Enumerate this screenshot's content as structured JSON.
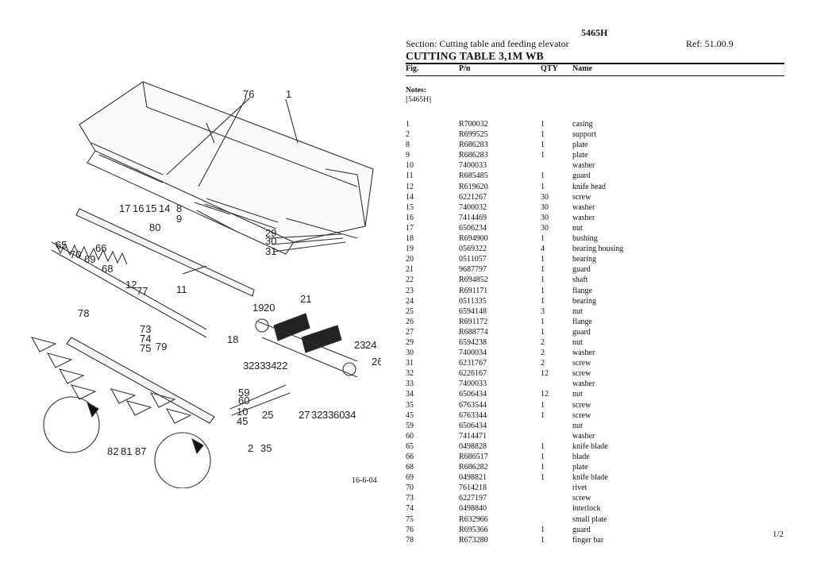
{
  "header": {
    "model": "5465H",
    "section": "Section: Cutting table and feeding elevator",
    "ref": "Ref: 51.00.9",
    "heading": "CUTTING TABLE 3,1M WB"
  },
  "columns": {
    "fig": "Fig.",
    "pn": "P/n",
    "qty": "QTY",
    "name": "Name"
  },
  "notes": {
    "label": "Notes:",
    "value": "[5465H]"
  },
  "parts": [
    {
      "fig": "1",
      "pn": "R700032",
      "qty": "1",
      "name": "casing"
    },
    {
      "fig": "2",
      "pn": "R699525",
      "qty": "1",
      "name": "support"
    },
    {
      "fig": "8",
      "pn": "R686283",
      "qty": "1",
      "name": "plate"
    },
    {
      "fig": "9",
      "pn": "R686283",
      "qty": "1",
      "name": "plate"
    },
    {
      "fig": "10",
      "pn": "7400033",
      "qty": "",
      "name": "washer"
    },
    {
      "fig": "11",
      "pn": "R685485",
      "qty": "1",
      "name": "guard"
    },
    {
      "fig": "12",
      "pn": "R619620",
      "qty": "1",
      "name": "knife head"
    },
    {
      "fig": "14",
      "pn": "6221267",
      "qty": "30",
      "name": "screw"
    },
    {
      "fig": "15",
      "pn": "7400032",
      "qty": "30",
      "name": "washer"
    },
    {
      "fig": "16",
      "pn": "7414469",
      "qty": "30",
      "name": "washer"
    },
    {
      "fig": "17",
      "pn": "6506234",
      "qty": "30",
      "name": "nut"
    },
    {
      "fig": "18",
      "pn": "R694900",
      "qty": "1",
      "name": "bushing"
    },
    {
      "fig": "19",
      "pn": "0569322",
      "qty": "4",
      "name": "bearing housing"
    },
    {
      "fig": "20",
      "pn": "0511057",
      "qty": "1",
      "name": "bearing"
    },
    {
      "fig": "21",
      "pn": "9687797",
      "qty": "1",
      "name": "guard"
    },
    {
      "fig": "22",
      "pn": "R694852",
      "qty": "1",
      "name": "shaft"
    },
    {
      "fig": "23",
      "pn": "R691171",
      "qty": "1",
      "name": "flange"
    },
    {
      "fig": "24",
      "pn": "0511335",
      "qty": "1",
      "name": "bearing"
    },
    {
      "fig": "25",
      "pn": "6594148",
      "qty": "3",
      "name": "nut"
    },
    {
      "fig": "26",
      "pn": "R691172",
      "qty": "1",
      "name": "flange"
    },
    {
      "fig": "27",
      "pn": "R688774",
      "qty": "1",
      "name": "guard"
    },
    {
      "fig": "29",
      "pn": "6594238",
      "qty": "2",
      "name": "nut"
    },
    {
      "fig": "30",
      "pn": "7400034",
      "qty": "2",
      "name": "washer"
    },
    {
      "fig": "31",
      "pn": "6231767",
      "qty": "2",
      "name": "screw"
    },
    {
      "fig": "32",
      "pn": "6226167",
      "qty": "12",
      "name": "screw"
    },
    {
      "fig": "33",
      "pn": "7400033",
      "qty": "",
      "name": "washer"
    },
    {
      "fig": "34",
      "pn": "6506434",
      "qty": "12",
      "name": "nut"
    },
    {
      "fig": "35",
      "pn": "6763544",
      "qty": "1",
      "name": "screw"
    },
    {
      "fig": "45",
      "pn": "6763344",
      "qty": "1",
      "name": "screw"
    },
    {
      "fig": "59",
      "pn": "6506434",
      "qty": "",
      "name": "nut"
    },
    {
      "fig": "60",
      "pn": "7414471",
      "qty": "",
      "name": "washer"
    },
    {
      "fig": "65",
      "pn": "0498828",
      "qty": "1",
      "name": "knife blade"
    },
    {
      "fig": "66",
      "pn": "R686517",
      "qty": "1",
      "name": "blade"
    },
    {
      "fig": "68",
      "pn": "R686282",
      "qty": "1",
      "name": "plate"
    },
    {
      "fig": "69",
      "pn": "0498821",
      "qty": "1",
      "name": "knife blade"
    },
    {
      "fig": "70",
      "pn": "7614218",
      "qty": "",
      "name": "rivet"
    },
    {
      "fig": "73",
      "pn": "6227197",
      "qty": "",
      "name": "screw"
    },
    {
      "fig": "74",
      "pn": "0498840",
      "qty": "",
      "name": "interlock"
    },
    {
      "fig": "75",
      "pn": "R632966",
      "qty": "",
      "name": "small plate"
    },
    {
      "fig": "76",
      "pn": "R695366",
      "qty": "1",
      "name": "guard"
    },
    {
      "fig": "78",
      "pn": "R673280",
      "qty": "1",
      "name": "finger bar"
    }
  ],
  "diagram": {
    "date": "16-6-04",
    "callouts": [
      "76",
      "1",
      "17",
      "16",
      "15",
      "14",
      "8",
      "9",
      "80",
      "29",
      "30",
      "31",
      "65",
      "66",
      "70",
      "69",
      "68",
      "12",
      "77",
      "11",
      "78",
      "73",
      "74",
      "75",
      "79",
      "19",
      "20",
      "21",
      "18",
      "32",
      "33",
      "34",
      "22",
      "23",
      "24",
      "26",
      "59",
      "60",
      "10",
      "45",
      "25",
      "2",
      "35",
      "27",
      "32",
      "33",
      "60",
      "34",
      "82",
      "81",
      "87"
    ]
  },
  "page": "1/2"
}
